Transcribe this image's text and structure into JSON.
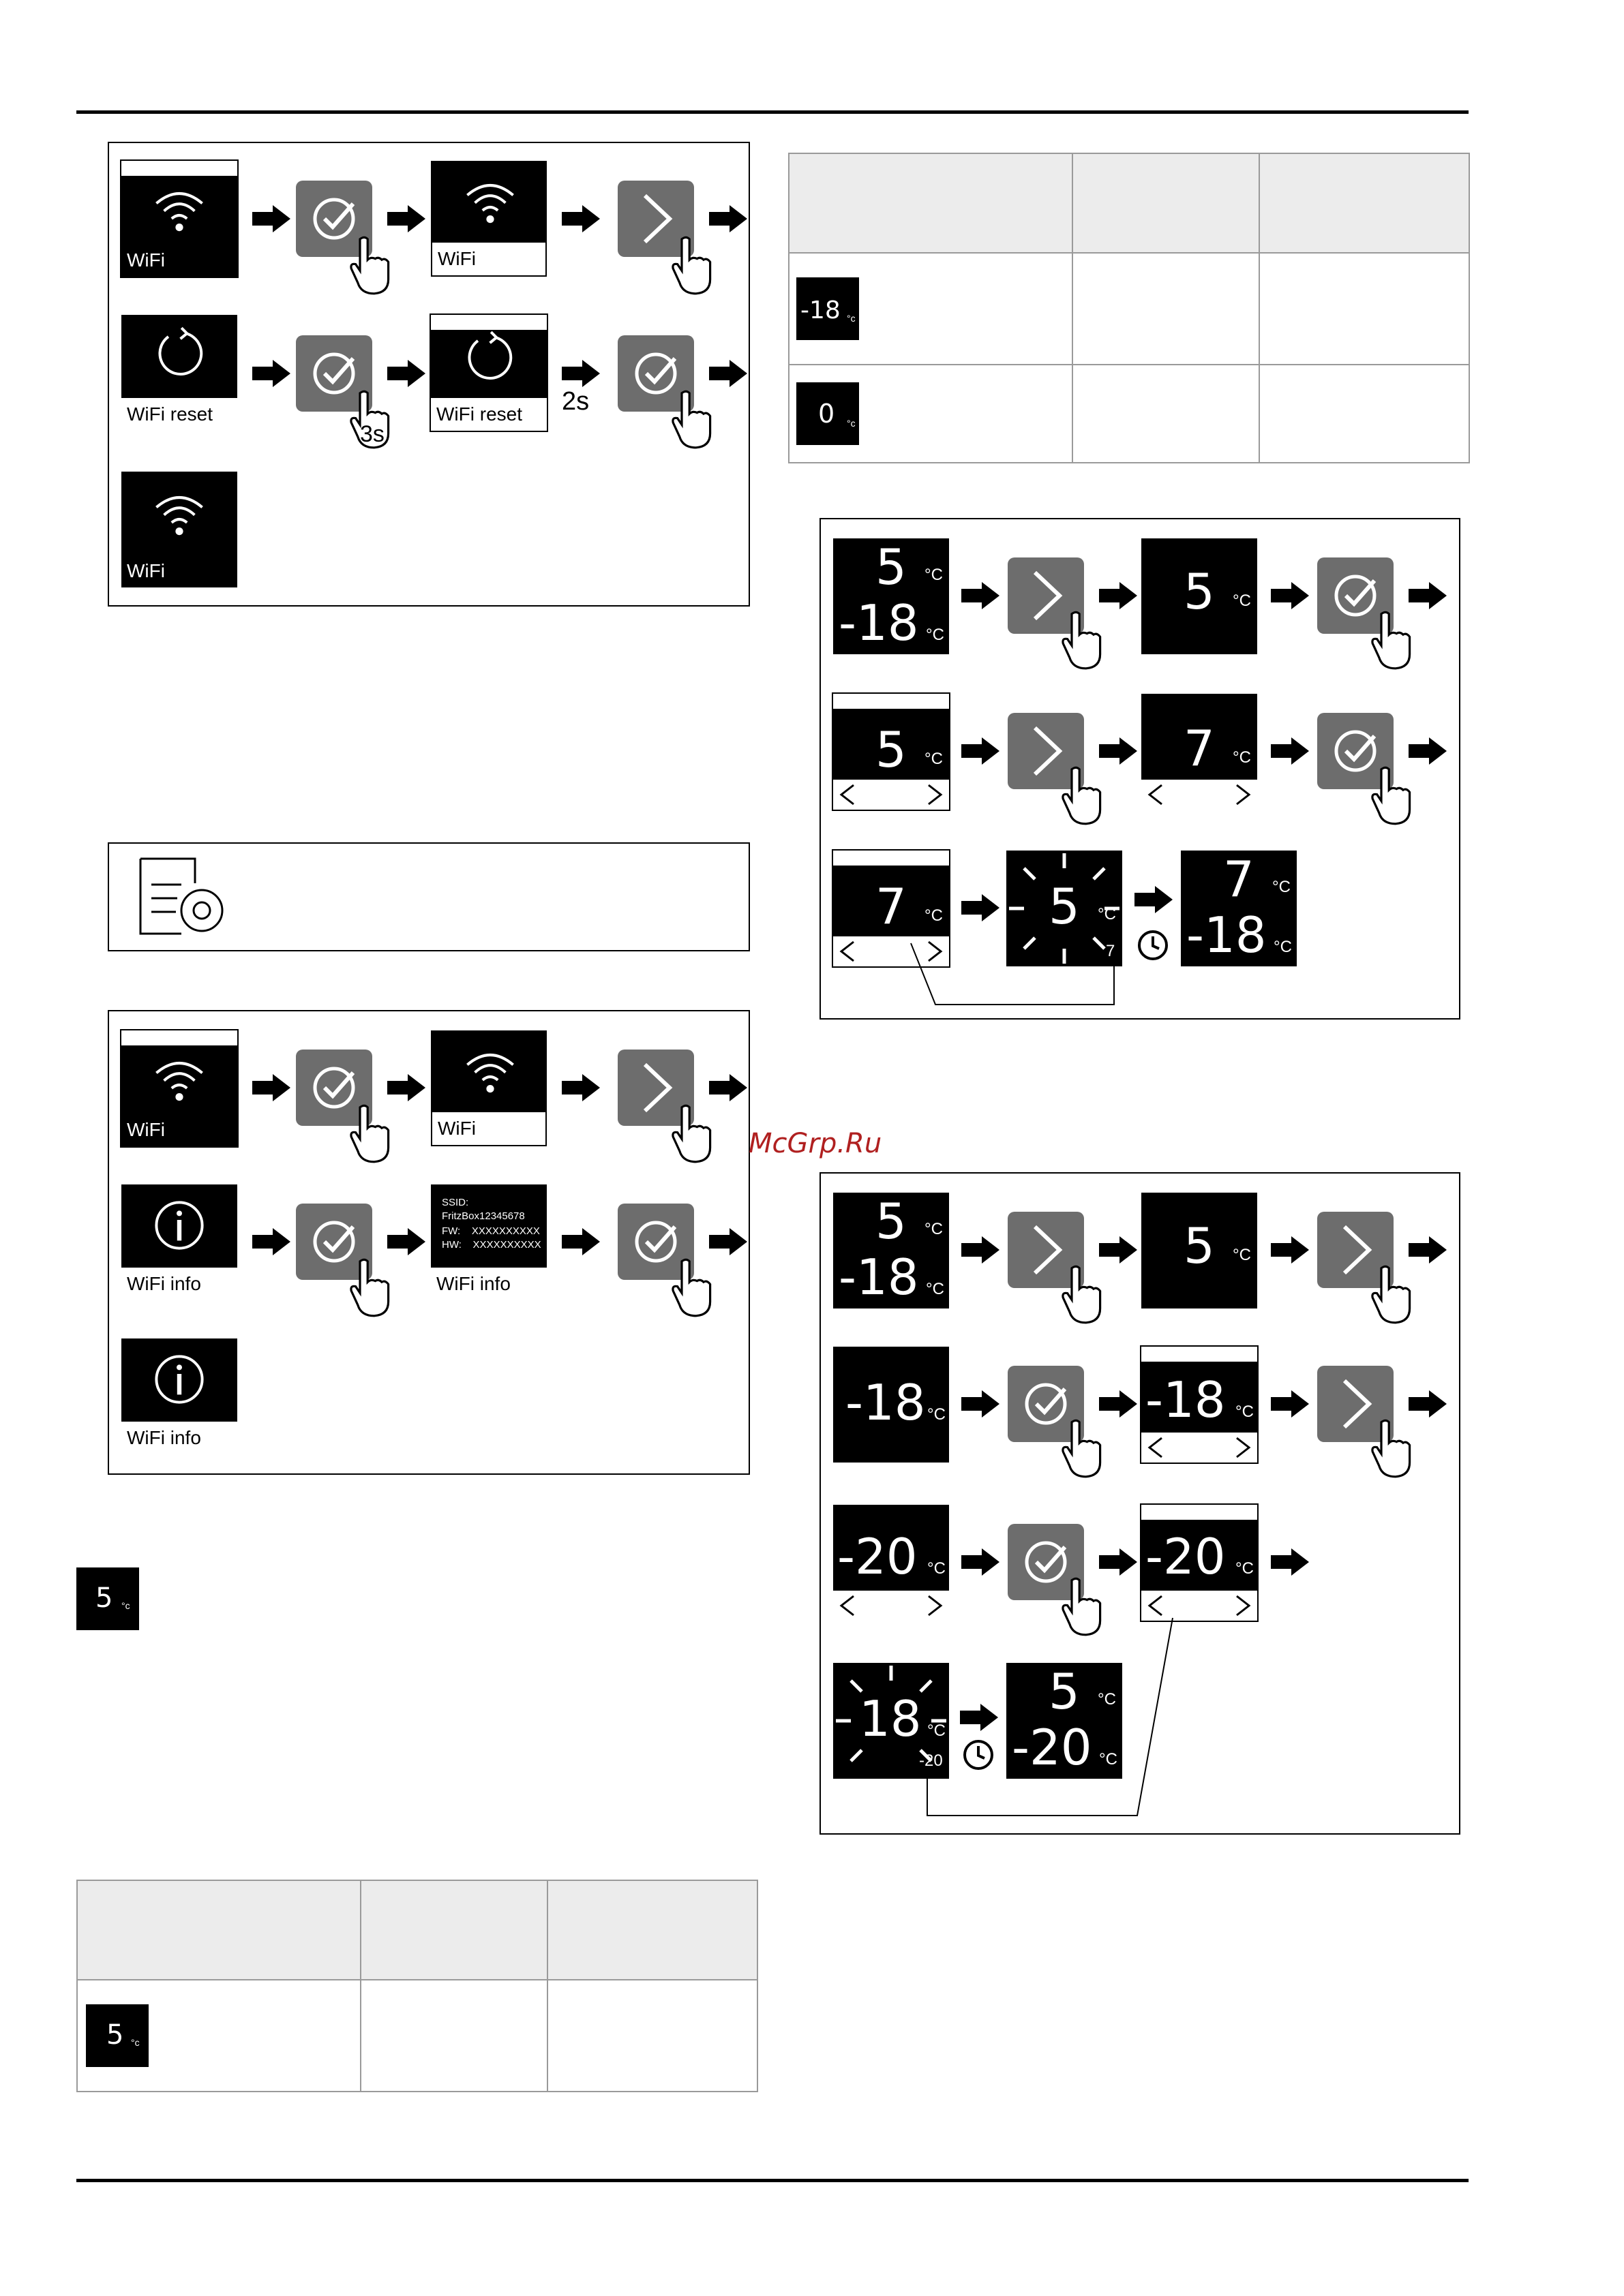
{
  "labels": {
    "wifi": "WiFi",
    "wifi_reset": "WiFi reset",
    "wifi_info": "WiFi info",
    "three_sec": "3s",
    "two_sec": "2s",
    "ssid_line1": "SSID:",
    "ssid_line2": "FritzBox12345678",
    "fw_line": "FW:    XXXXXXXXXX",
    "hw_line": "HW:    XXXXXXXXXX"
  },
  "temps": {
    "t5": "5",
    "t7": "7",
    "t0": "0",
    "tm18": "-18",
    "tm20": "-20",
    "t18": "18",
    "t20": "20",
    "unit": "°C",
    "unit_small": "°c",
    "small7": "7",
    "small20": "-20"
  },
  "watermark": "McGrp.Ru",
  "icons": [
    "wifi-icon",
    "reset-icon",
    "info-icon",
    "check-button-icon",
    "next-button-icon",
    "hand-press-icon",
    "clock-icon",
    "settings-document-icon",
    "arrow-right-icon"
  ]
}
